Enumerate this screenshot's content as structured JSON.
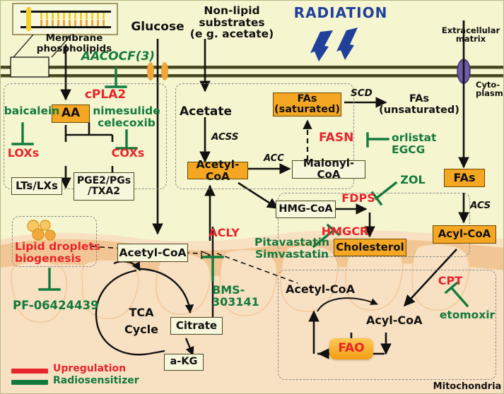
{
  "figure": {
    "title": "Lipid metabolism pathways and radiosensitizers",
    "background_color": "#f5f5d0",
    "cytoplasm_color": "#f5f5d0",
    "er_color": "#f5d3a8",
    "membrane_color": "#4a4a22"
  },
  "top": {
    "radiation": "RADIATION",
    "radiation_color": "#20409a",
    "glucose": "Glucose",
    "non_lipid_substrates": "Non-lipid\nsubstrates\n(e g. acetate)",
    "membrane_phospholipids": "Membrane\nphospholipids",
    "extracellular_matrix": "Extracellular\nmatrix",
    "cytoplasm": "Cyto-\nplasm"
  },
  "eicosanoid_module": {
    "inhibitor_aacocf3": "AACOCF(3)",
    "enzyme_cpla2": "cPLA2",
    "substrate_aa": "AA",
    "inhibitor_baicalein": "baicalein",
    "inhibitor_nimesulide": "nimesulide\ncelecoxib",
    "enzyme_loxs": "LOXs",
    "enzyme_coxs": "COXs",
    "product_lts_lxs": "LTs/LXs",
    "product_pge2": "PGE2/PGs\n/TXA2"
  },
  "lipogenesis_module": {
    "acetate": "Acetate",
    "enzyme_acss": "ACSS",
    "acetyl_coa": "Acetyl-CoA",
    "enzyme_acc": "ACC",
    "malonyl_coa": "Malonyl-CoA",
    "enzyme_fasn": "FASN",
    "inhibitor_orlistat": "orlistat\nEGCG",
    "fas_saturated": "FAs\n(saturated)",
    "enzyme_scd": "SCD",
    "fas_unsaturated": "FAs\n(unsaturated)"
  },
  "mevalonate_module": {
    "hmg_coa": "HMG-CoA",
    "enzyme_fdps": "FDPS",
    "enzyme_hmgcr": "HMGCR",
    "inhibitor_zol": "ZOL",
    "inhibitor_statins": "Pitavastatin\nSimvastatin",
    "cholesterol": "Cholesterol"
  },
  "lipid_droplet_module": {
    "label": "Lipid droplets\nbiogenesis",
    "inhibitor": "PF-06424439"
  },
  "tca_module": {
    "acetyl_coa": "Acetyl-CoA",
    "tca_cycle": "TCA\nCycle",
    "citrate": "Citrate",
    "akg": "a-KG",
    "enzyme_acly": "ACLY",
    "inhibitor_bms": "BMS-\n303141"
  },
  "uptake_module": {
    "fas": "FAs",
    "enzyme_acs": "ACS",
    "acyl_coa": "Acyl-CoA",
    "enzyme_cpt": "CPT",
    "inhibitor_etomoxir": "etomoxir"
  },
  "mitochondria_module": {
    "label": "Mitochondria",
    "acetyl_coa": "Acetyl-CoA",
    "acyl_coa": "Acyl-CoA",
    "fao": "FAO"
  },
  "legend": {
    "items": [
      {
        "label": "Upregulation",
        "color": "#e8252a"
      },
      {
        "label": "Radiosensitizer",
        "color": "#137a3c"
      }
    ]
  }
}
